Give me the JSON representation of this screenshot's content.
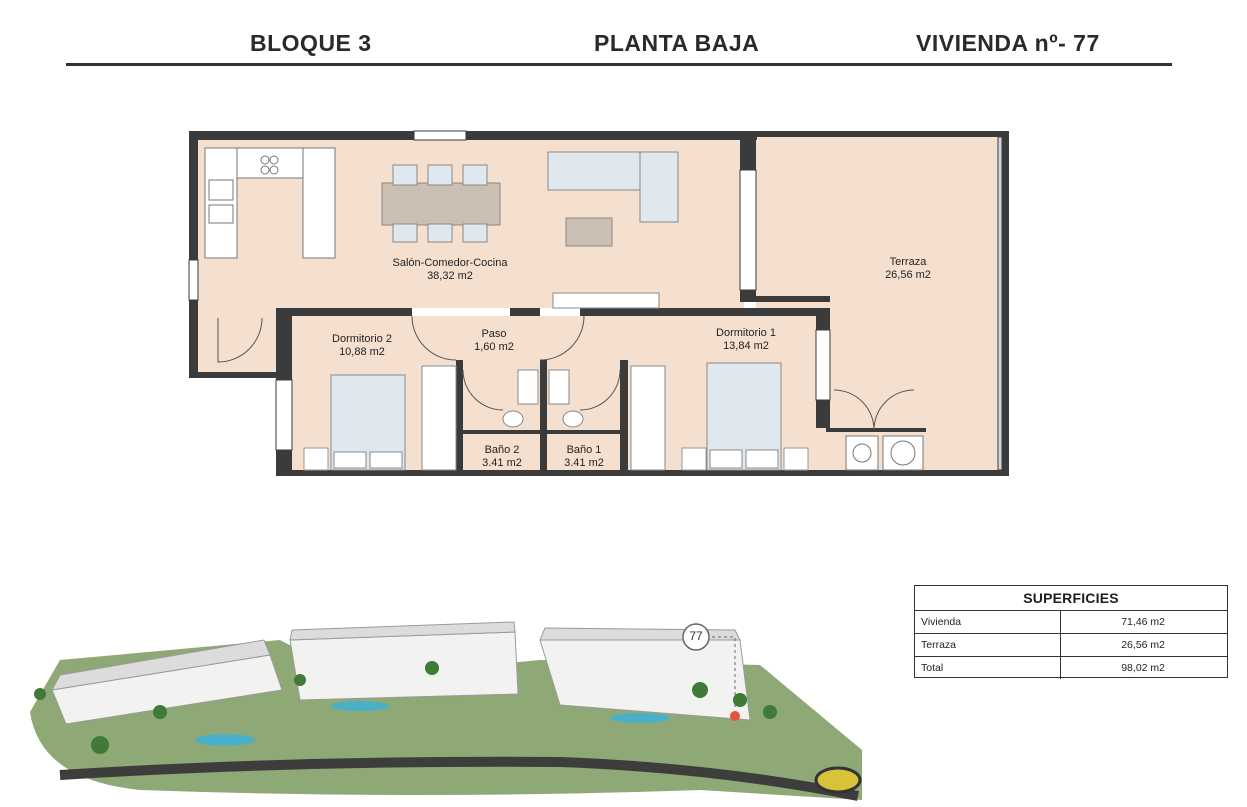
{
  "header": {
    "block": "BLOQUE 3",
    "floor": "PLANTA BAJA",
    "unit": "VIVIENDA nº- 77"
  },
  "rooms": [
    {
      "name": "Salón-Comedor-Cocina",
      "area": "38,32 m2"
    },
    {
      "name": "Terraza",
      "area": "26,56 m2"
    },
    {
      "name": "Paso",
      "area": "1,60 m2"
    },
    {
      "name": "Dormitorio 2",
      "area": "10,88 m2"
    },
    {
      "name": "Dormitorio 1",
      "area": "13,84 m2"
    },
    {
      "name": "Baño 2",
      "area": "3.41 m2"
    },
    {
      "name": "Baño 1",
      "area": "3.41 m2"
    }
  ],
  "superficies": {
    "title": "SUPERFICIES",
    "rows": [
      {
        "label": "Vivienda",
        "value": "71,46 m2"
      },
      {
        "label": "Terraza",
        "value": "26,56 m2"
      },
      {
        "label": "Total",
        "value": "98,02 m2"
      }
    ]
  },
  "site_marker": "77",
  "colors": {
    "floor": "#f5e0d0",
    "wall": "#3b3b3b",
    "furniture": "#dfe8ee",
    "table": "#cbbfb4",
    "marker": "#e8523a"
  }
}
